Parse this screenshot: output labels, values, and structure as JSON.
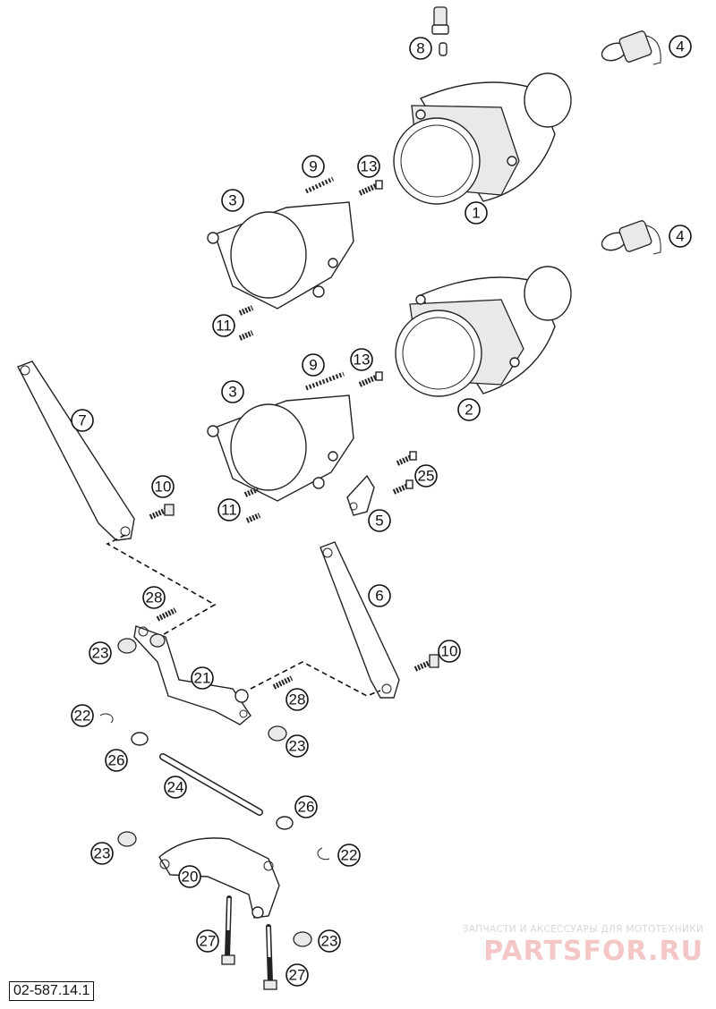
{
  "diagram": {
    "code": "02-587.14.1",
    "callouts": [
      "1",
      "2",
      "3",
      "3",
      "4",
      "4",
      "5",
      "6",
      "7",
      "8",
      "9",
      "9",
      "10",
      "10",
      "11",
      "11",
      "13",
      "13",
      "20",
      "21",
      "22",
      "22",
      "23",
      "23",
      "23",
      "23",
      "24",
      "25",
      "26",
      "26",
      "27",
      "27",
      "28",
      "28"
    ]
  },
  "watermark": {
    "tagline": "ЗАПЧАСТИ И АКСЕССУАРЫ ДЛЯ МОТОТЕХНИКИ",
    "brand": "PARTSFOR.RU",
    "color": "#f4c6c6"
  }
}
